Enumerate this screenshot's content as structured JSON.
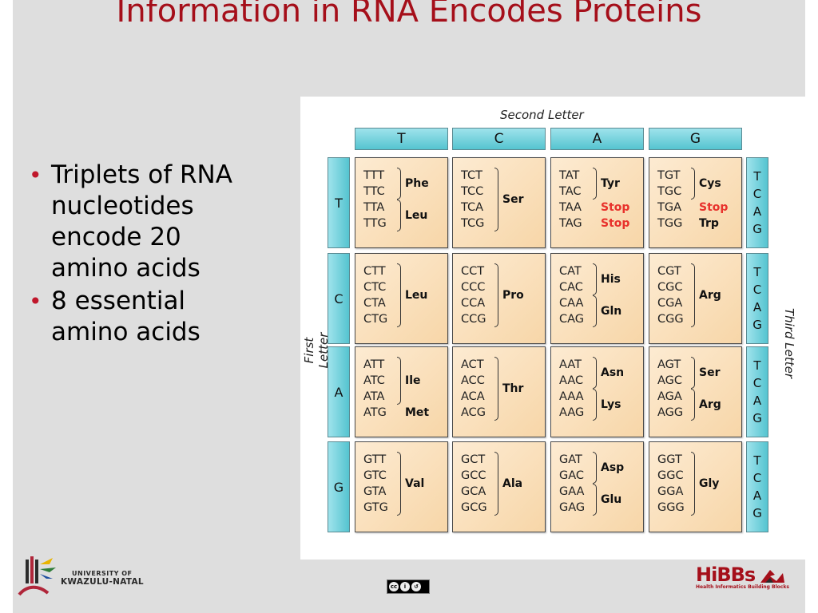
{
  "title": "Information in RNA Encodes Proteins",
  "bullets": [
    "Triplets of RNA nucleotides encode 20 amino acids",
    "8 essential amino acids"
  ],
  "codon_table": {
    "second_letter_label": "Second Letter",
    "first_letter_label": "First Letter",
    "third_letter_label": "Third Letter",
    "second_letters": [
      "T",
      "C",
      "A",
      "G"
    ],
    "first_letters": [
      "T",
      "C",
      "A",
      "G"
    ],
    "third_letters": [
      "T",
      "C",
      "A",
      "G"
    ],
    "rows": [
      [
        {
          "codons": [
            "TTT",
            "TTC",
            "TTA",
            "TTG"
          ],
          "aa": [
            {
              "label": "Phe",
              "stop": false
            },
            {
              "label": "Leu",
              "stop": false
            }
          ]
        },
        {
          "codons": [
            "TCT",
            "TCC",
            "TCA",
            "TCG"
          ],
          "aa": [
            {
              "label": "Ser",
              "stop": false
            }
          ]
        },
        {
          "codons": [
            "TAT",
            "TAC",
            "TAA",
            "TAG"
          ],
          "aa": [
            {
              "label": "Tyr",
              "stop": false
            },
            {
              "label": "Stop",
              "stop": true
            },
            {
              "label": "Stop",
              "stop": true
            }
          ]
        },
        {
          "codons": [
            "TGT",
            "TGC",
            "TGA",
            "TGG"
          ],
          "aa": [
            {
              "label": "Cys",
              "stop": false
            },
            {
              "label": "Stop",
              "stop": true
            },
            {
              "label": "Trp",
              "stop": false
            }
          ]
        }
      ],
      [
        {
          "codons": [
            "CTT",
            "CTC",
            "CTA",
            "CTG"
          ],
          "aa": [
            {
              "label": "Leu",
              "stop": false
            }
          ]
        },
        {
          "codons": [
            "CCT",
            "CCC",
            "CCA",
            "CCG"
          ],
          "aa": [
            {
              "label": "Pro",
              "stop": false
            }
          ]
        },
        {
          "codons": [
            "CAT",
            "CAC",
            "CAA",
            "CAG"
          ],
          "aa": [
            {
              "label": "His",
              "stop": false
            },
            {
              "label": "Gln",
              "stop": false
            }
          ]
        },
        {
          "codons": [
            "CGT",
            "CGC",
            "CGA",
            "CGG"
          ],
          "aa": [
            {
              "label": "Arg",
              "stop": false
            }
          ]
        }
      ],
      [
        {
          "codons": [
            "ATT",
            "ATC",
            "ATA",
            "ATG"
          ],
          "aa": [
            {
              "label": "Ile",
              "stop": false
            },
            {
              "label": "Met",
              "stop": false
            }
          ]
        },
        {
          "codons": [
            "ACT",
            "ACC",
            "ACA",
            "ACG"
          ],
          "aa": [
            {
              "label": "Thr",
              "stop": false
            }
          ]
        },
        {
          "codons": [
            "AAT",
            "AAC",
            "AAA",
            "AAG"
          ],
          "aa": [
            {
              "label": "Asn",
              "stop": false
            },
            {
              "label": "Lys",
              "stop": false
            }
          ]
        },
        {
          "codons": [
            "AGT",
            "AGC",
            "AGA",
            "AGG"
          ],
          "aa": [
            {
              "label": "Ser",
              "stop": false
            },
            {
              "label": "Arg",
              "stop": false
            }
          ]
        }
      ],
      [
        {
          "codons": [
            "GTT",
            "GTC",
            "GTA",
            "GTG"
          ],
          "aa": [
            {
              "label": "Val",
              "stop": false
            }
          ]
        },
        {
          "codons": [
            "GCT",
            "GCC",
            "GCA",
            "GCG"
          ],
          "aa": [
            {
              "label": "Ala",
              "stop": false
            }
          ]
        },
        {
          "codons": [
            "GAT",
            "GAC",
            "GAA",
            "GAG"
          ],
          "aa": [
            {
              "label": "Asp",
              "stop": false
            },
            {
              "label": "Glu",
              "stop": false
            }
          ]
        },
        {
          "codons": [
            "GGT",
            "GGC",
            "GGA",
            "GGG"
          ],
          "aa": [
            {
              "label": "Gly",
              "stop": false
            }
          ]
        }
      ]
    ]
  },
  "footer": {
    "university_line1": "UNIVERSITY OF",
    "university_line2": "KWAZULU-NATAL",
    "license_badge": "cc-by-sa",
    "hibbs_word": "HiBBs",
    "hibbs_sub": "Health Informatics Building Blocks"
  },
  "colors": {
    "title": "#a50f1a",
    "bullet": "#c0172b",
    "header_cyan": "#55c4d0",
    "cell_peach": "#f7d6a8",
    "stop_red": "#e8322c"
  }
}
